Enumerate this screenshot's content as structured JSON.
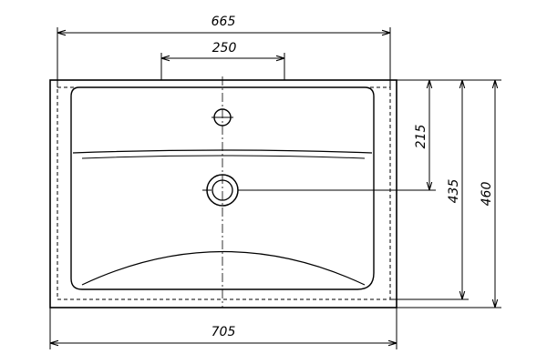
{
  "dimensions": {
    "top_width": "665",
    "tap_holes_span": "250",
    "bottom_width": "705",
    "drain_offset": "215",
    "inner_depth": "435",
    "total_depth": "460"
  }
}
